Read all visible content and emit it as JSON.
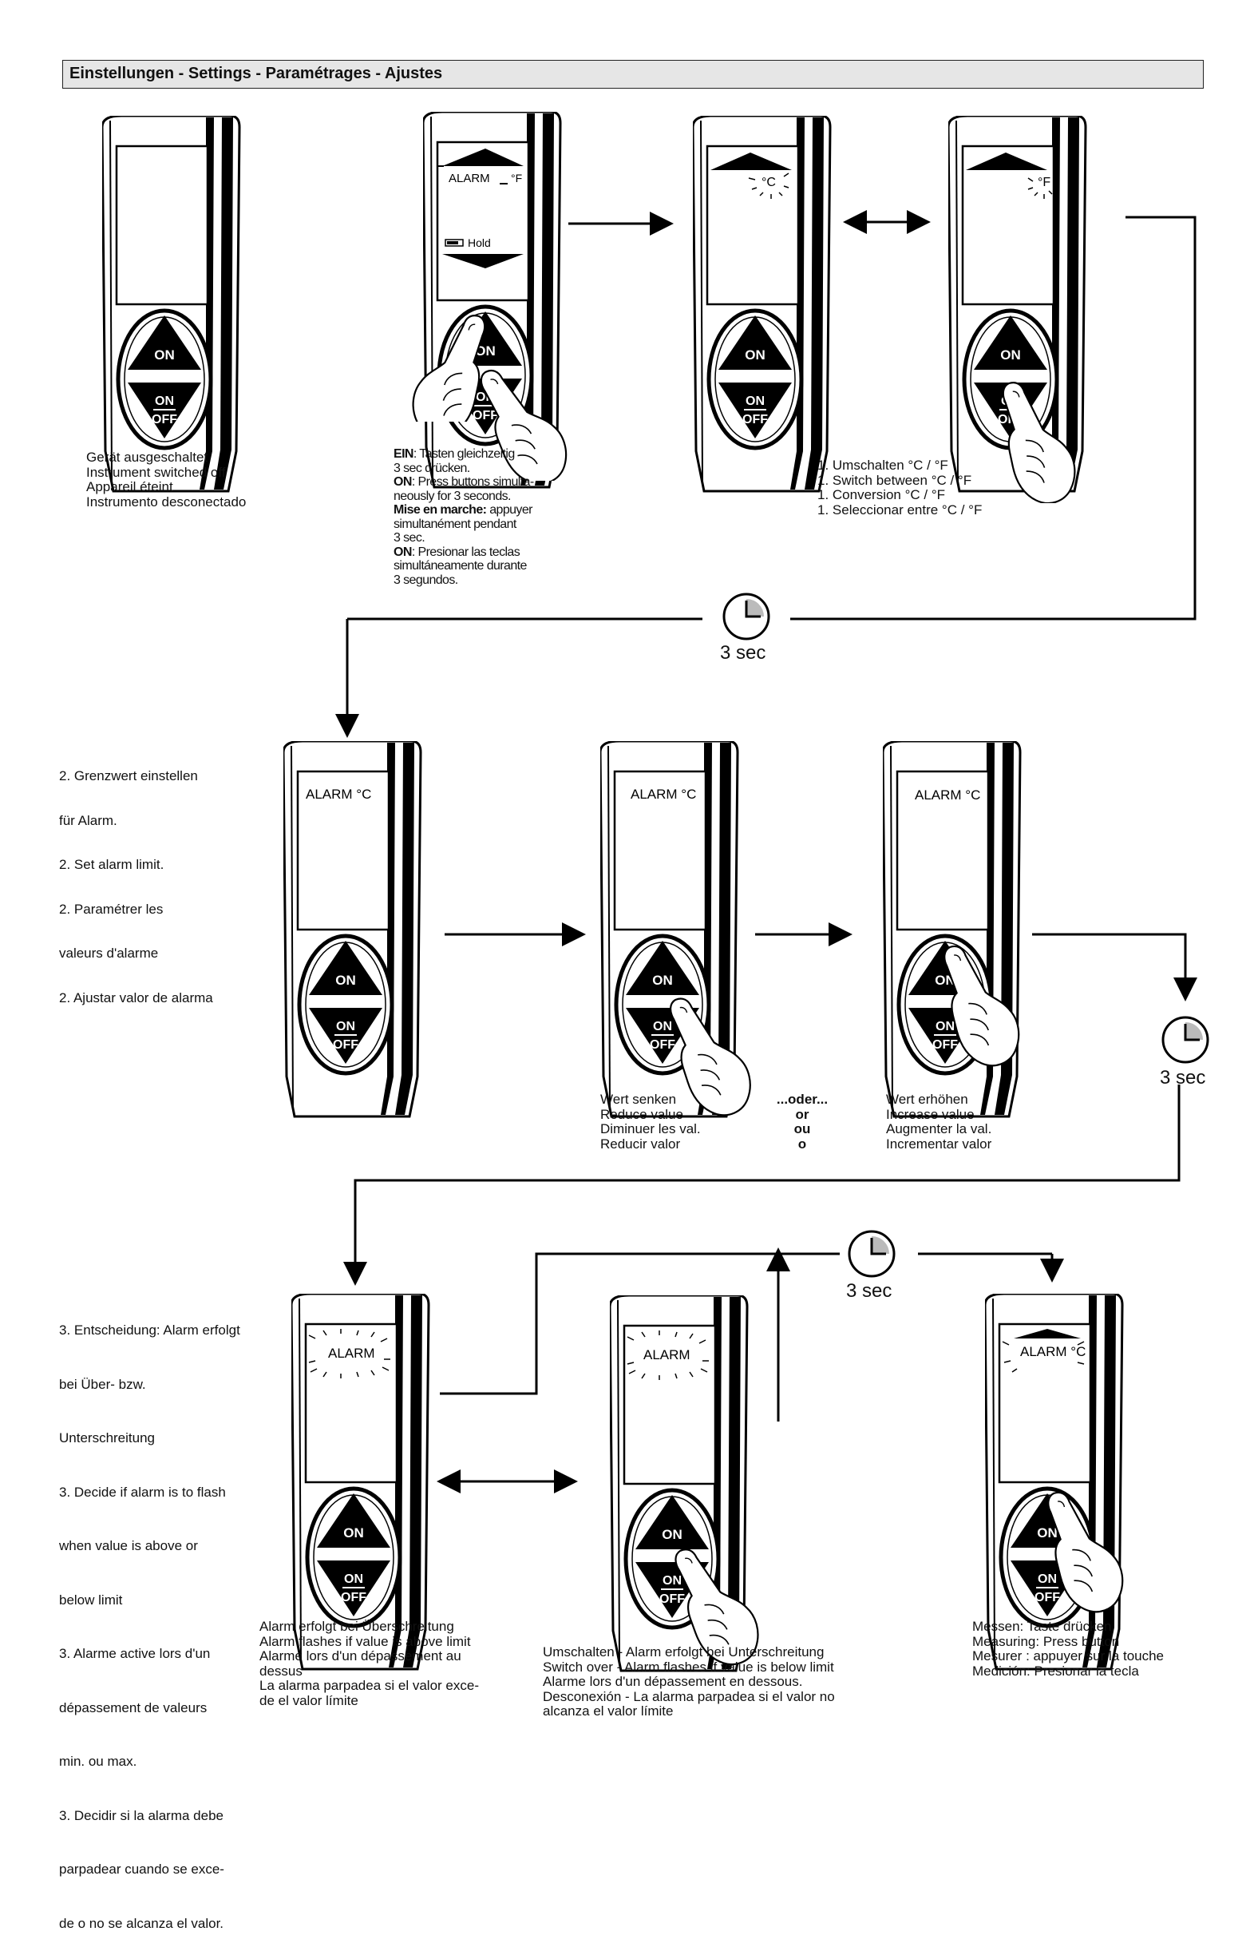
{
  "header": {
    "title": "Einstellungen - Settings - Paramétrages - Ajustes"
  },
  "device": {
    "button_on": "ON",
    "button_onoff_top": "ON",
    "button_onoff_bottom": "OFF",
    "lcd_alarm": "ALARM",
    "lcd_alarm_c": "ALARM °C",
    "lcd_c": "°C",
    "lcd_f": "°F",
    "lcd_hold": "Hold"
  },
  "timer": {
    "label": "3 sec"
  },
  "captions": {
    "off": [
      "Gerät ausgeschaltet",
      "Instrument switched off",
      "Appareil éteint",
      "Instrumento desconectado"
    ],
    "on": [
      {
        "bold": "EIN",
        "text": ": Tasten gleichzeitig"
      },
      {
        "bold": "",
        "text": "3 sec drücken."
      },
      {
        "bold": "ON",
        "text": ": Press buttons simulta-"
      },
      {
        "bold": "",
        "text": "neously for 3 seconds."
      },
      {
        "bold": "Mise en marche:",
        "text": " appuyer"
      },
      {
        "bold": "",
        "text": "simultanément pendant"
      },
      {
        "bold": "",
        "text": "3 sec."
      },
      {
        "bold": "ON",
        "text": ": Presionar las teclas"
      },
      {
        "bold": "",
        "text": "simultáneamente durante"
      },
      {
        "bold": "",
        "text": "3 segundos."
      }
    ],
    "step1": [
      "1. Umschalten °C / °F",
      "1. Switch between °C / °F",
      "1. Conversion °C / °F",
      "1. Seleccionar entre °C / °F"
    ],
    "step2": [
      "2. Grenzwert einstellen",
      "    für Alarm.",
      "2. Set alarm limit.",
      "2. Paramétrer les",
      "    valeurs d'alarme",
      "2. Ajustar valor de alarma"
    ],
    "reduce": [
      "Wert senken",
      "Reduce value",
      "Diminuer les val.",
      "Reducir valor"
    ],
    "or": [
      "...oder...",
      "or",
      "ou",
      "o"
    ],
    "increase": [
      "Wert erhöhen",
      "Increase value",
      "Augmenter la val.",
      "Incrementar valor"
    ],
    "step3": [
      "3. Entscheidung: Alarm erfolgt",
      "    bei Über- bzw.",
      "    Unterschreitung",
      "3. Decide if alarm is to flash",
      "    when value is above or",
      "    below limit",
      "3. Alarme active lors d'un",
      "    dépassement de valeurs",
      "    min. ou max.",
      "3. Decidir si la alarma debe",
      "    parpadear cuando se exce-",
      "    de o no se alcanza el valor."
    ],
    "above": [
      "Alarm erfolgt bei Überschreitung",
      "Alarm flashes if value is above limit",
      "Alarme lors d'un dépassement au",
      "dessus",
      "La alarma parpadea si el valor exce-",
      "de el valor límite"
    ],
    "below": [
      "Umschalten - Alarm erfolgt bei Unterschreitung",
      "Switch over - Alarm flashes if value is below limit",
      "Alarme lors d'un dépassement en dessous.",
      "Desconexión - La alarma parpadea si el valor no",
      "alcanza el valor límite"
    ],
    "measure": [
      "Messen: Taste drücken",
      "Measuring: Press button",
      "Mesurer : appuyer sur la touche",
      "Medición: Presionar la tecla"
    ]
  }
}
